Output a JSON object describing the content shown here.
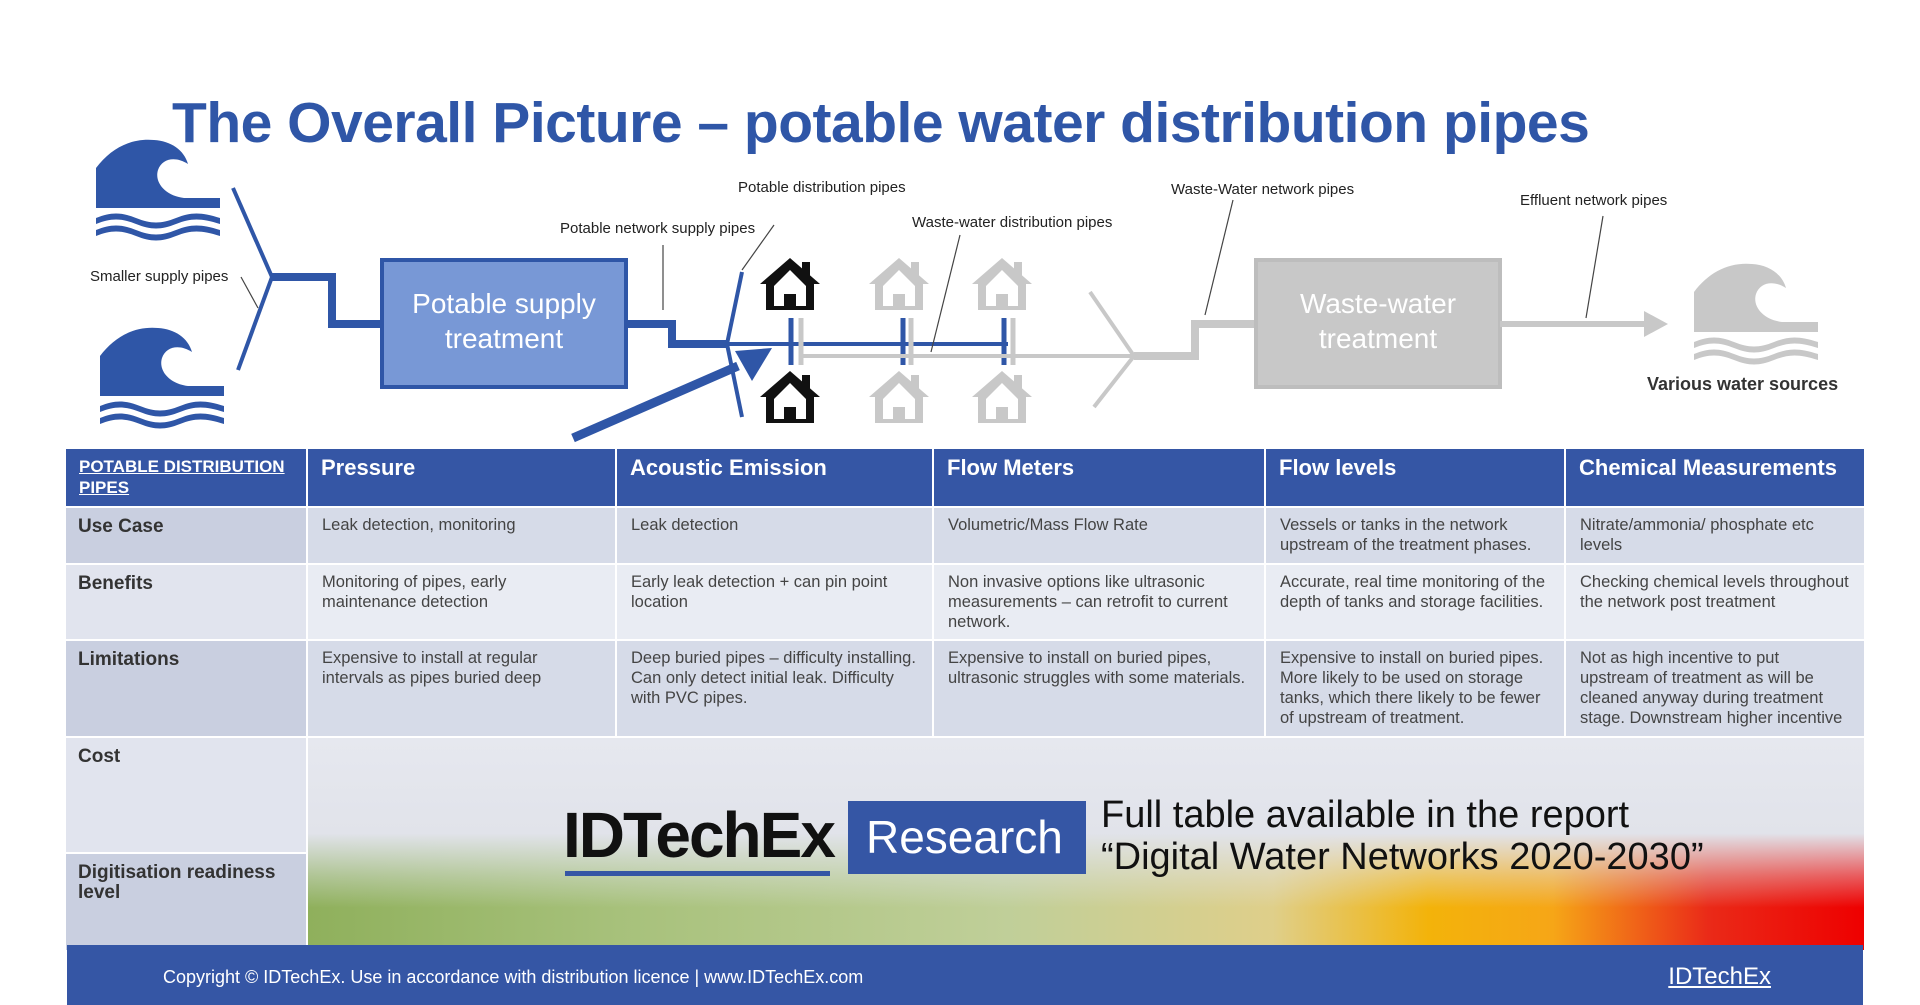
{
  "title": "The Overall Picture – potable water distribution pipes",
  "diagram": {
    "labels": {
      "smaller_supply_pipes": "Smaller supply pipes",
      "potable_network_supply_pipes": "Potable network supply pipes",
      "potable_distribution_pipes": "Potable distribution pipes",
      "waste_water_distribution_pipes": "Waste-water distribution pipes",
      "waste_water_network_pipes": "Waste-Water network pipes",
      "effluent_network_pipes": "Effluent network pipes",
      "various_water_sources": "Various water sources"
    },
    "potable_box": [
      "Potable supply",
      "treatment"
    ],
    "waste_box": [
      "Waste-water",
      "treatment"
    ],
    "colors": {
      "accent": "#2f56a7",
      "box_blue": "#7898d6",
      "grey": "#c8c8c8",
      "dark": "#111111"
    },
    "icons": [
      "wave-icon",
      "house-icon",
      "arrow-icon"
    ]
  },
  "table": {
    "header": [
      "POTABLE DISTRIBUTION PIPES",
      "Pressure",
      "Acoustic Emission",
      "Flow Meters",
      "Flow levels",
      "Chemical Measurements"
    ],
    "rows": [
      {
        "label": "Use Case",
        "cells": [
          "Leak detection, monitoring",
          "Leak detection",
          "Volumetric/Mass Flow Rate",
          "Vessels or tanks in the network upstream of the treatment phases.",
          "Nitrate/ammonia/ phosphate etc levels"
        ]
      },
      {
        "label": "Benefits",
        "cells": [
          "Monitoring of pipes, early maintenance detection",
          "Early leak detection + can pin point location",
          "Non invasive options like ultrasonic measurements – can retrofit to current network.",
          "Accurate, real time monitoring of the depth of tanks and storage facilities.",
          "Checking chemical levels throughout the network post treatment"
        ]
      },
      {
        "label": "Limitations",
        "cells": [
          "Expensive to install at regular intervals as pipes buried deep",
          "Deep buried pipes – difficulty installing. Can only detect initial leak. Difficulty with PVC pipes.",
          "Expensive to install on buried pipes, ultrasonic struggles with some materials.",
          "Expensive to install on buried pipes. More likely to be used on storage tanks, which there likely to be fewer of upstream of treatment.",
          "Not as high incentive to put upstream of treatment as will be cleaned anyway during treatment stage. Downstream higher incentive"
        ]
      },
      {
        "label": "Cost"
      },
      {
        "label": "Digitisation readiness level"
      }
    ]
  },
  "banner": {
    "logo": "IDTechEx",
    "research": "Research",
    "line1": "Full table available in the report",
    "line2": "“Digital Water Networks 2020-2030”"
  },
  "footer": {
    "copyright": "Copyright © IDTechEx. Use in accordance with distribution licence  |  www.IDTechEx.com",
    "logo": "IDTechEx"
  }
}
